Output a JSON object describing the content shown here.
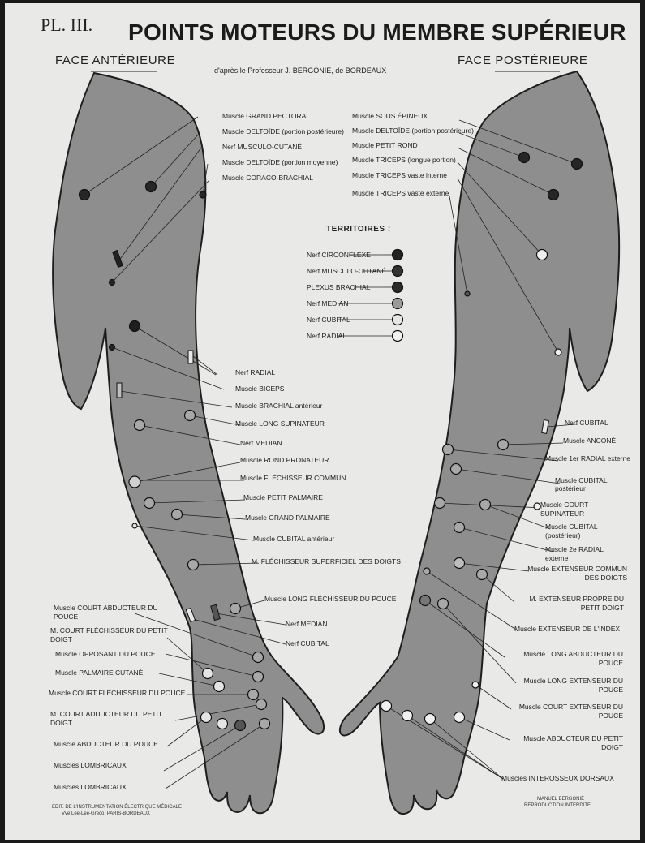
{
  "header": {
    "plate_number": "PL. III.",
    "title": "POINTS MOTEURS DU MEMBRE SUPÉRIEUR",
    "face_anterior": "FACE ANTÉRIEURE",
    "face_posterior": "FACE POSTÉRIEURE",
    "subtitle": "d'après le Professeur J. BERGONIÉ, de BORDEAUX"
  },
  "legend": {
    "title": "TERRITOIRES :",
    "items": [
      {
        "label": "Nerf CIRCONFLEXE",
        "color": "#222222"
      },
      {
        "label": "Nerf MUSCULO-CUTANÉ",
        "color": "#333333"
      },
      {
        "label": "PLEXUS BRACHIAL",
        "color": "#2a2a2a"
      },
      {
        "label": "Nerf MEDIAN",
        "color": "#9a9a9a"
      },
      {
        "label": "Nerf CUBITAL",
        "color": "#e6e6e6"
      },
      {
        "label": "Nerf RADIAL",
        "color": "#f2f2f2"
      }
    ]
  },
  "anterior_upper_labels": [
    "Muscle GRAND PECTORAL",
    "Muscle DELTOÏDE (portion postérieure)",
    "Nerf MUSCULO-CUTANÉ",
    "Muscle DELTOÏDE (portion moyenne)",
    "Muscle CORACO-BRACHIAL"
  ],
  "posterior_upper_labels": [
    "Muscle SOUS ÉPINEUX",
    "Muscle DELTOÏDE (portion postérieure)",
    "Muscle PETIT ROND",
    "Muscle TRICEPS (longue portion)",
    "Muscle TRICEPS vaste interne",
    "Muscle TRICEPS vaste externe"
  ],
  "anterior_arm_labels": [
    "Nerf RADIAL",
    "Muscle BICEPS",
    "Muscle BRACHIAL antérieur",
    "Muscle LONG SUPINATEUR",
    "Nerf MEDIAN",
    "Muscle ROND PRONATEUR",
    "Muscle FLÉCHISSEUR COMMUN",
    "Muscle PETIT PALMAIRE",
    "Muscle GRAND PALMAIRE",
    "Muscle CUBITAL antérieur",
    "M. FLÉCHISSEUR SUPERFICIEL DES DOIGTS",
    "Muscle LONG FLÉCHISSEUR DU POUCE",
    "Nerf MEDIAN",
    "Nerf CUBITAL"
  ],
  "anterior_hand_labels": [
    "Muscle COURT ABDUCTEUR DU POUCE",
    "M. COURT FLÉCHISSEUR DU PETIT DOIGT",
    "Muscle OPPOSANT DU POUCE",
    "Muscle PALMAIRE CUTANÉ",
    "Muscle COURT FLÉCHISSEUR DU POUCE",
    "M. COURT ADDUCTEUR DU PETIT DOIGT",
    "Muscle ABDUCTEUR DU POUCE",
    "Muscles LOMBRICAUX",
    "Muscles LOMBRICAUX"
  ],
  "posterior_arm_labels": [
    "Nerf CUBITAL",
    "Muscle ANCONÉ",
    "Muscle 1er RADIAL externe",
    "Muscle CUBITAL postérieur",
    "Muscle COURT SUPINATEUR",
    "Muscle CUBITAL (postérieur)",
    "Muscle 2e RADIAL externe",
    "Muscle EXTENSEUR COMMUN DES DOIGTS",
    "M. EXTENSEUR PROPRE DU PETIT DOIGT",
    "Muscle EXTENSEUR DE L'INDEX",
    "Muscle LONG ABDUCTEUR DU POUCE",
    "Muscle LONG EXTENSEUR DU POUCE",
    "Muscle COURT EXTENSEUR DU POUCE",
    "Muscle ABDUCTEUR DU PETIT DOIGT",
    "Muscles INTEROSSEUX DORSAUX"
  ],
  "footer": {
    "left_line1": "EDIT. DE L'INSTRUMENTATION ÉLECTRIQUE MÉDICALE",
    "left_line2": "Vve Lee-Lee-Greco, PARIS-BORDEAUX",
    "right_line1": "MANUEL BERGONIÉ",
    "right_line2": "REPRODUCTION INTERDITE"
  }
}
